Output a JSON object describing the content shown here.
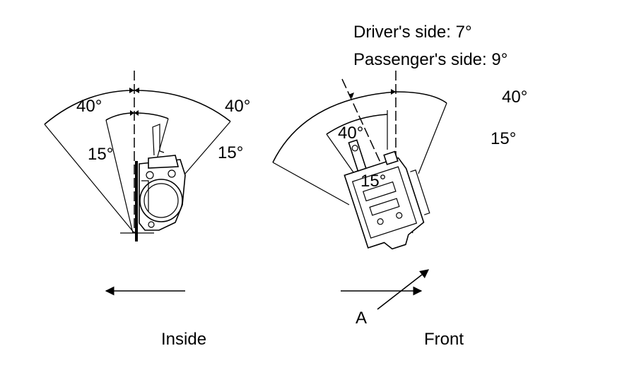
{
  "notes": {
    "driver": "Driver's side: 7°",
    "passenger": "Passenger's side: 9°"
  },
  "left_view": {
    "angle_outer_left": "40°",
    "angle_outer_right": "40°",
    "angle_inner_left": "15°",
    "angle_inner_right": "15°",
    "direction_label": "Inside"
  },
  "right_view": {
    "angle_outer": "40°",
    "angle_inner_side": "15°",
    "angle_inner_tilted": "40°",
    "angle_inner_tilted_small": "15°",
    "direction_label": "Front",
    "view_arrow_label": "A"
  }
}
